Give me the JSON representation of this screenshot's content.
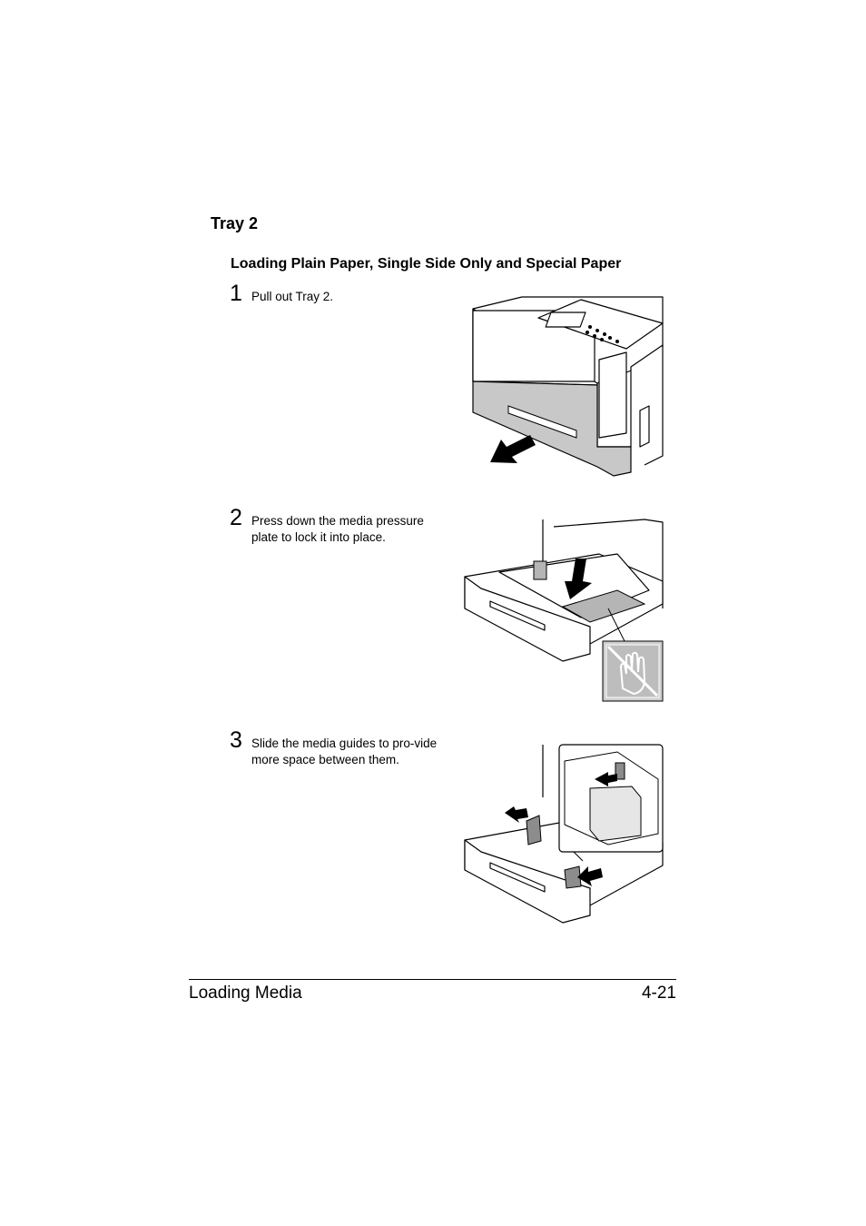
{
  "section": {
    "title": "Tray 2"
  },
  "subsection": {
    "title": "Loading Plain Paper, Single Side Only and Special Paper"
  },
  "steps": [
    {
      "number": "1",
      "text": "Pull out Tray 2.",
      "illustration": "printer-tray-pull-out"
    },
    {
      "number": "2",
      "text": "Press down the media pressure plate to lock it into place.",
      "illustration": "tray-pressure-plate"
    },
    {
      "number": "3",
      "text": "Slide the media guides to pro-vide more space between them.",
      "illustration": "tray-media-guides"
    }
  ],
  "footer": {
    "chapter": "Loading Media",
    "page": "4-21"
  },
  "colors": {
    "text": "#000000",
    "tray_gray": "#c8c8c8",
    "arrow": "#000000"
  }
}
